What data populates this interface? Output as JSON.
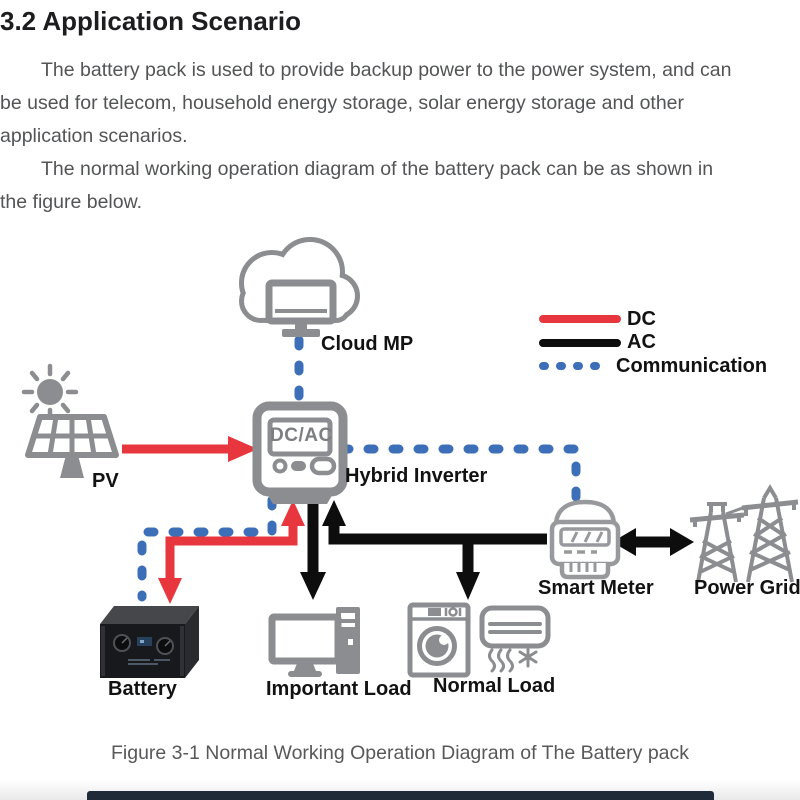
{
  "document": {
    "heading": "3.2 Application Scenario",
    "paragraph1_lines": [
      "The battery pack is used to provide backup power to the power system, and can",
      "be used for telecom, household energy storage, solar energy storage and other",
      "application scenarios."
    ],
    "paragraph2_lines": [
      "The normal working operation diagram of the battery pack can be as shown in",
      "the figure below."
    ],
    "figure_caption": "Figure 3-1 Normal Working Operation Diagram of The Battery pack"
  },
  "diagram": {
    "legend": {
      "items": [
        {
          "label": "DC",
          "color": "#e8363f",
          "style": "solid"
        },
        {
          "label": "AC",
          "color": "#0d0d0d",
          "style": "solid"
        },
        {
          "label": "Communication",
          "color": "#3d6fb8",
          "style": "dashed"
        }
      ]
    },
    "nodes": [
      {
        "id": "cloud-mp",
        "label": "Cloud MP"
      },
      {
        "id": "pv",
        "label": "PV"
      },
      {
        "id": "hybrid-inverter",
        "label": "Hybrid Inverter",
        "screen_text": "DC/AC"
      },
      {
        "id": "smart-meter",
        "label": "Smart Meter"
      },
      {
        "id": "power-grid",
        "label": "Power Grid"
      },
      {
        "id": "battery",
        "label": "Battery"
      },
      {
        "id": "important-load",
        "label": "Important Load"
      },
      {
        "id": "normal-load",
        "label": "Normal Load"
      }
    ],
    "colors": {
      "dc_red": "#e8363f",
      "ac_black": "#0d0d0d",
      "communication_blue": "#3d6fb8",
      "icon_gray": "#8b8d90"
    }
  }
}
